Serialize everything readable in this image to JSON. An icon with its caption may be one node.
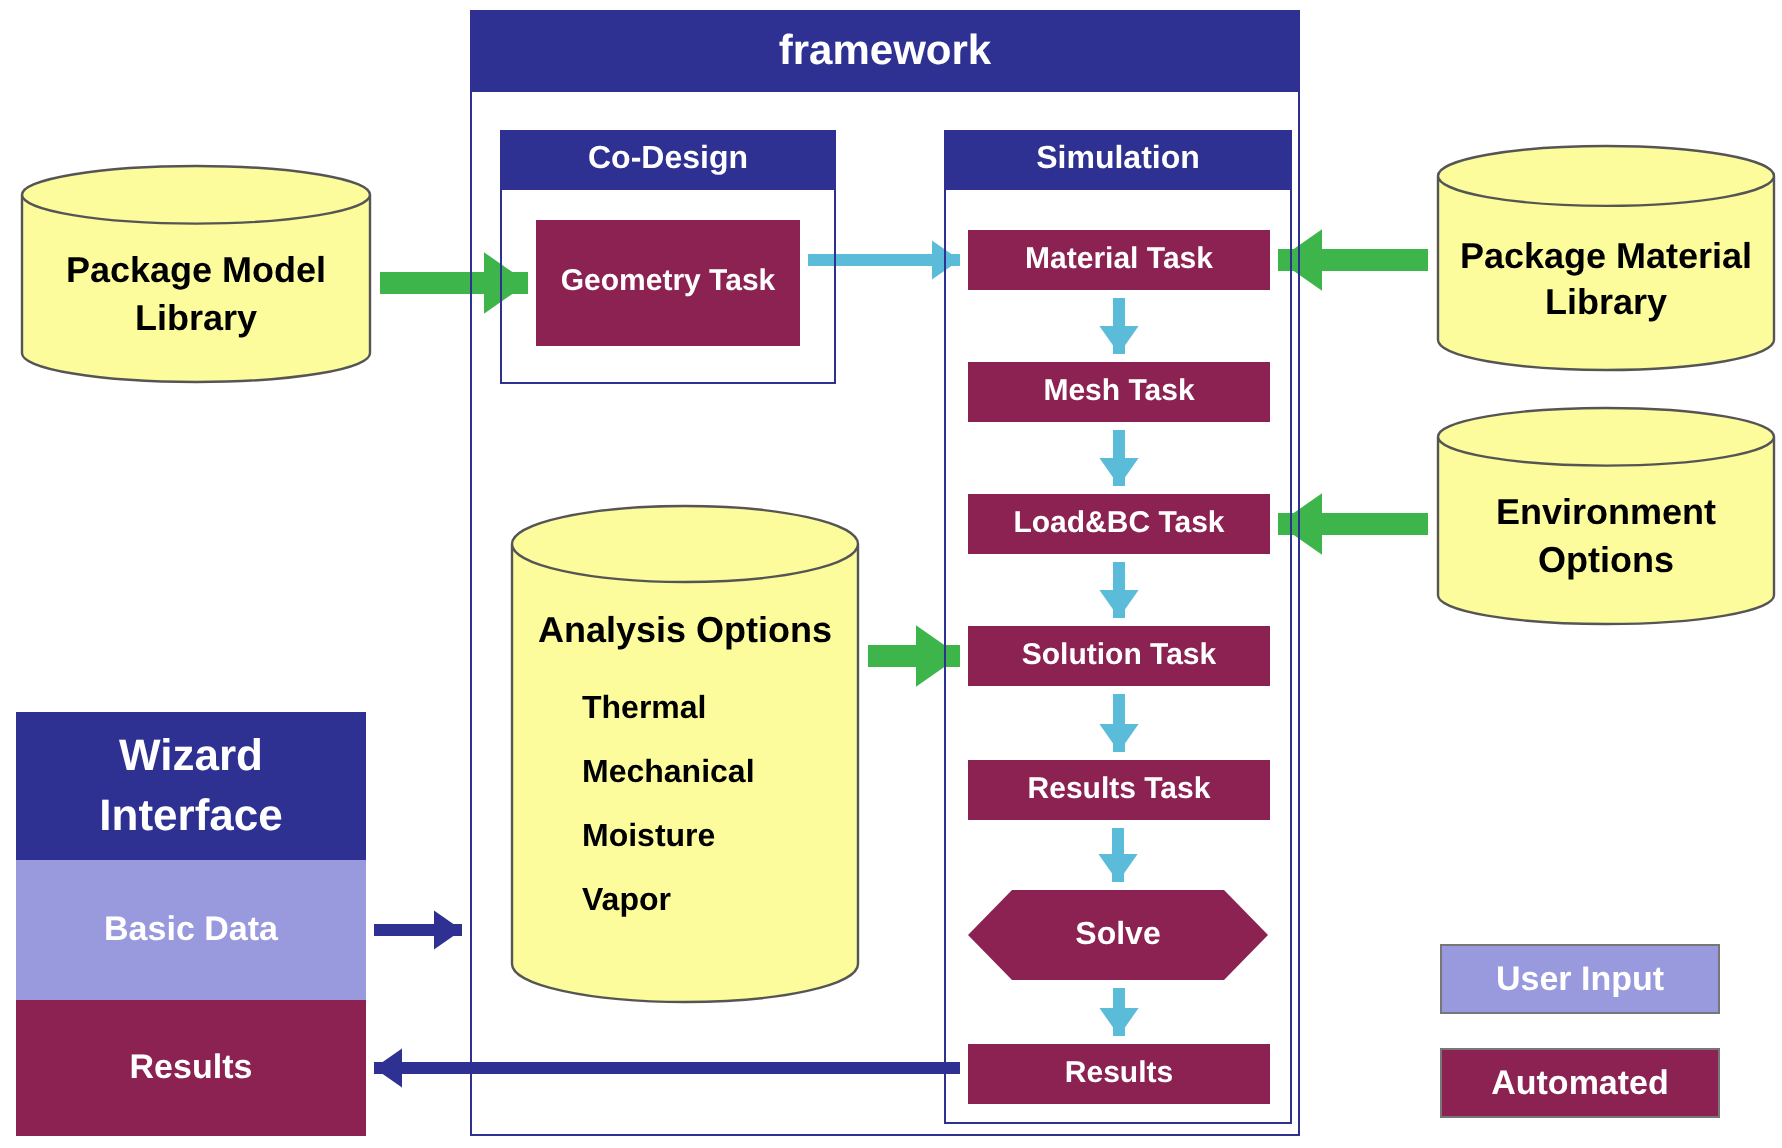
{
  "diagram": {
    "nodes": [
      {
        "text": [
          "framework"
        ]
      },
      {
        "text": [
          "Co-Design"
        ],
        "in": 0
      },
      {
        "text": [
          "Geometry Task"
        ],
        "in": 1
      },
      {
        "text": [
          "Simulation"
        ],
        "in": 0
      },
      {
        "text": [
          "Material Task"
        ],
        "in": 3
      },
      {
        "text": [
          "Mesh Task"
        ],
        "in": 3
      },
      {
        "text": [
          "Load&BC Task"
        ],
        "in": 3
      },
      {
        "text": [
          "Solution Task"
        ],
        "in": 3
      },
      {
        "text": [
          "Results Task"
        ],
        "in": 3
      },
      {
        "text": [
          "Solve"
        ],
        "in": 3
      },
      {
        "text": [
          "Results"
        ],
        "in": 3
      },
      {
        "text": [
          "Analysis Options",
          "Thermal",
          "Mechanical",
          "Moisture",
          "Vapor"
        ],
        "in": 0
      },
      {
        "text": [
          "Package Model Library"
        ]
      },
      {
        "text": [
          "Package Material Library"
        ]
      },
      {
        "text": [
          "Environment Options"
        ]
      },
      {
        "text": [
          "Wizard Interface"
        ]
      },
      {
        "text": [
          "Basic Data"
        ]
      },
      {
        "text": [
          "Results"
        ]
      }
    ],
    "edges": [
      {
        "from": 12,
        "to": 2,
        "arrow": "to",
        "style": "thick",
        "color": "#3db54a"
      },
      {
        "from": 2,
        "to": 4,
        "arrow": "to"
      },
      {
        "from": 13,
        "to": 4,
        "arrow": "to",
        "style": "thick",
        "color": "#3db54a"
      },
      {
        "from": 4,
        "to": 5,
        "arrow": "to"
      },
      {
        "from": 5,
        "to": 6,
        "arrow": "to"
      },
      {
        "from": 14,
        "to": 6,
        "arrow": "to",
        "style": "thick",
        "color": "#3db54a"
      },
      {
        "from": 6,
        "to": 7,
        "arrow": "to"
      },
      {
        "from": 11,
        "to": 7,
        "arrow": "to",
        "style": "thick",
        "color": "#3db54a"
      },
      {
        "from": 7,
        "to": 8,
        "arrow": "to"
      },
      {
        "from": 8,
        "to": 9,
        "arrow": "to"
      },
      {
        "from": 9,
        "to": 10,
        "arrow": "to"
      },
      {
        "from": 16,
        "to": 0,
        "arrow": "to",
        "color": "#2e3192"
      },
      {
        "from": 10,
        "to": 17,
        "arrow": "to",
        "color": "#2e3192"
      }
    ],
    "legend": [
      {
        "text": "User Input",
        "color": "#9999dd"
      },
      {
        "text": "Automated",
        "color": "#8b2252"
      }
    ]
  }
}
